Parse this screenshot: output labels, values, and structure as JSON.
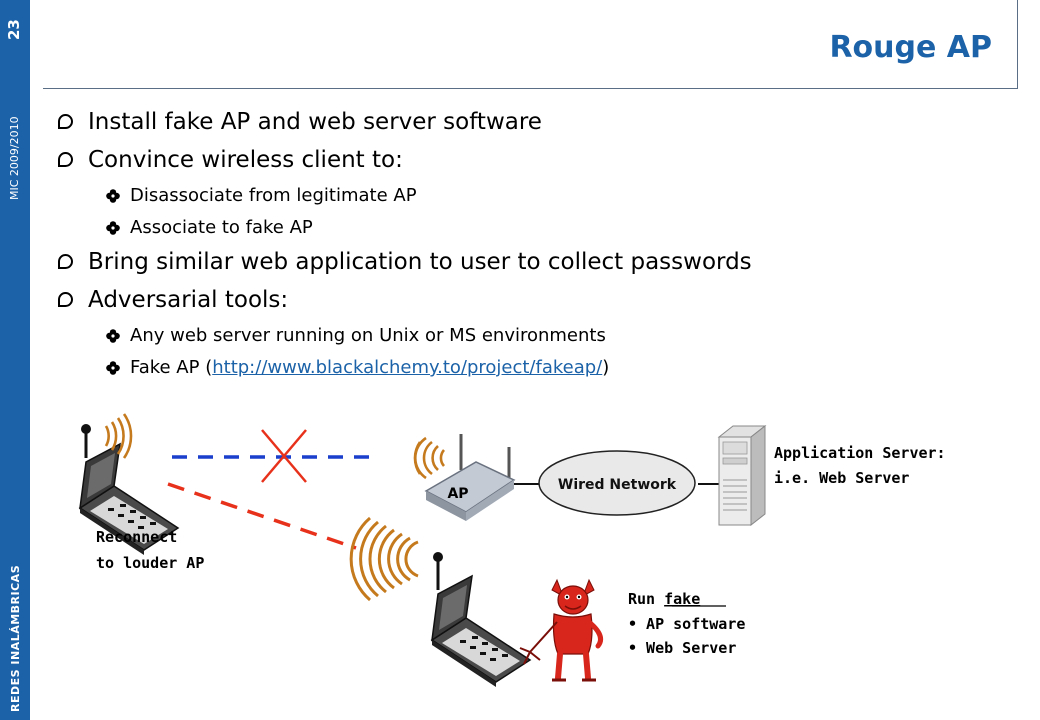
{
  "sidebar": {
    "slide_number": "23",
    "course": "MIC 2009/2010",
    "subject": "REDES INALÁMBRICAS"
  },
  "title": "Rouge AP",
  "bullets": {
    "b1": "Install fake AP and web server software",
    "b2": "Convince wireless client to:",
    "b2_sub1": "Disassociate from legitimate AP",
    "b2_sub2": "Associate to fake AP",
    "b3": "Bring similar web application to user to collect passwords",
    "b4": "Adversarial tools:",
    "b4_sub1": "Any web server running on Unix or MS environments",
    "b4_sub2_prefix": "Fake AP (",
    "b4_sub2_link": "http://www.blackalchemy.to/project/fakeap/",
    "b4_sub2_suffix": ")"
  },
  "diagram": {
    "ap_label": "AP",
    "wired_network": "Wired Network",
    "server_line1": "Application Server:",
    "server_line2": "i.e. Web Server",
    "reconnect_line1": "Reconnect",
    "reconnect_line2": "to louder AP",
    "run_fake_prefix": "Run ",
    "run_fake_word": "fake",
    "run_item1": "• AP software",
    "run_item2": "• Web Server"
  },
  "colors": {
    "accent": "#1b62a8",
    "blue_dash": "#1a3fcc",
    "red": "#e8311a",
    "signal": "#c57a1e",
    "cloud": "#e9e9e9",
    "devil": "#d8261c"
  }
}
